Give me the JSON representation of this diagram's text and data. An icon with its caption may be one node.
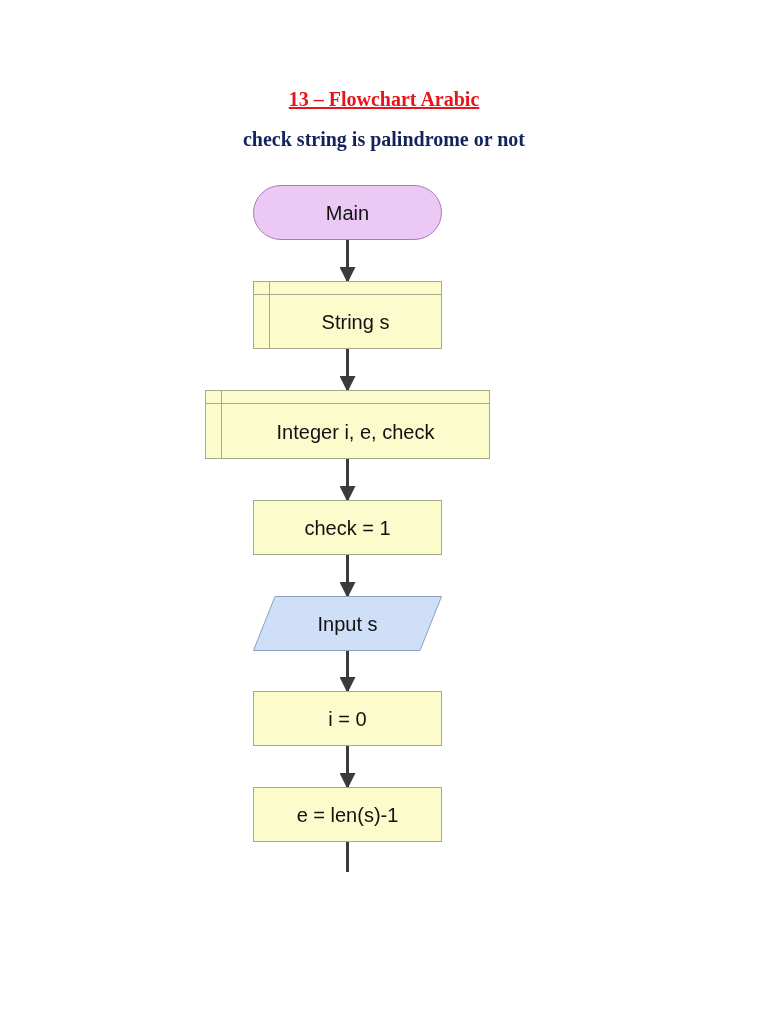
{
  "diagram": {
    "title": "13 – Flowchart Arabic",
    "nodes": [
      {
        "text": [
          "Main"
        ]
      },
      {
        "text": [
          "String s"
        ]
      },
      {
        "text": [
          "Integer i, e, check"
        ]
      },
      {
        "text": [
          "check = 1"
        ]
      },
      {
        "text": [
          "Input s"
        ]
      },
      {
        "text": [
          "i = 0"
        ]
      },
      {
        "text": [
          "e = len(s)-1"
        ]
      }
    ],
    "edges": [
      {
        "from": 0,
        "to": 1,
        "arrow": "to"
      },
      {
        "from": 1,
        "to": 2,
        "arrow": "to"
      },
      {
        "from": 2,
        "to": 3,
        "arrow": "to"
      },
      {
        "from": 3,
        "to": 4,
        "arrow": "to"
      },
      {
        "from": 4,
        "to": 5,
        "arrow": "to"
      },
      {
        "from": 5,
        "to": 6,
        "arrow": "to"
      },
      {
        "from": 6,
        "to": null,
        "arrow": "none"
      }
    ],
    "labels": [
      "check string is palindrome or not"
    ]
  }
}
